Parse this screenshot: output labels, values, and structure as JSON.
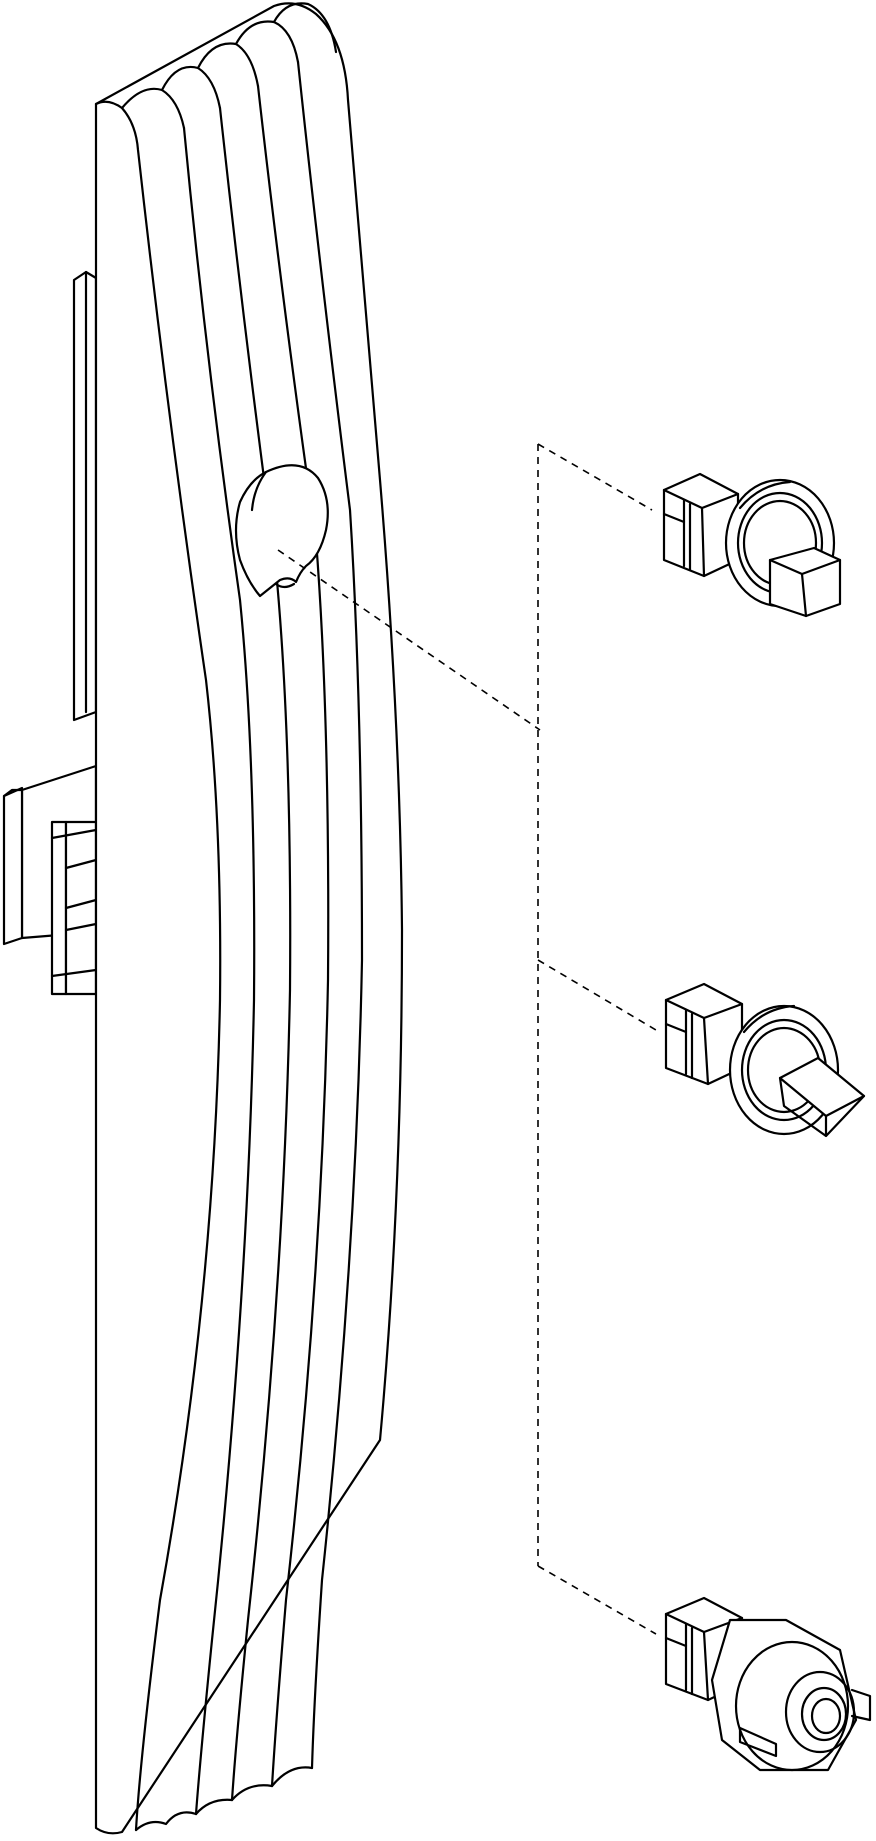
{
  "figure": {
    "background_color": "#ffffff",
    "line_color": "#000000",
    "parts": [
      "handle-plate",
      "square-spindle-insert",
      "diamond-spindle-insert",
      "round-spindle-insert"
    ]
  }
}
